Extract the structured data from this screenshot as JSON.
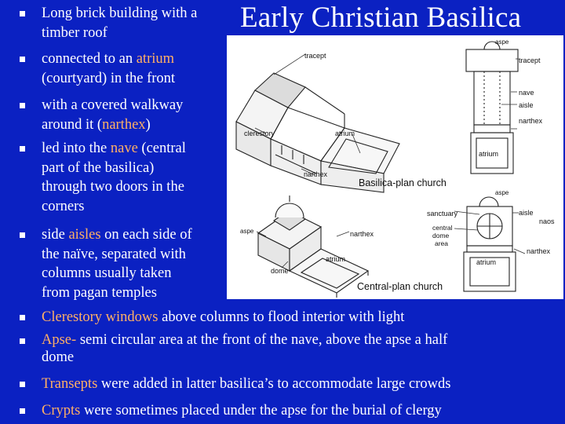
{
  "title": "Early Christian Basilica",
  "bullets": [
    {
      "lines": [
        "Long brick building with a",
        "timber roof"
      ]
    },
    {
      "lines": [
        "connected to an ",
        "atrium",
        " (courtyard) in the front"
      ]
    },
    {
      "lines": [
        "with a covered walkway",
        "around it (",
        "narthex",
        ")"
      ]
    },
    {
      "lines": [
        "led into the ",
        "nave",
        " (central",
        "part of the basilica)",
        "through two doors in the",
        "corners"
      ]
    },
    {
      "lines": [
        "side ",
        "aisles",
        " on each side of",
        "the naïve, separated with",
        "columns usually taken",
        "from pagan temples"
      ]
    },
    {
      "lines": [
        "Clerestory windows",
        " above columns to flood interior with light"
      ]
    },
    {
      "lines": [
        "Apse-",
        " semi circular area at the front of the nave, above the apse a half",
        "dome"
      ]
    },
    {
      "lines": [
        "Transepts",
        " were added in latter basilica’s to accommodate large crowds"
      ]
    },
    {
      "lines": [
        "Crypts",
        " were sometimes placed under the apse for the burial of clergy"
      ]
    }
  ],
  "diagram": {
    "labels": {
      "tracept": "tracept",
      "clerestory": "clerestory",
      "atrium_top": "atrium",
      "narthex_top": "narthex",
      "caption_top": "Basilica-plan church",
      "aspe_plan": "aspe",
      "tracept_plan": "tracept",
      "nave_plan": "nave",
      "aisle_plan": "aisle",
      "narthex_plan": "narthex",
      "atrium_plan": "atrium",
      "aspe_bottom": "aspe",
      "narthex_bottom": "narthex",
      "atrium_bottom": "atrium",
      "dome": "dome",
      "caption_bottom": "Central-plan church",
      "aspe_plan2": "aspe",
      "sanctuary": "sanctuary",
      "aisle_plan2": "aisle",
      "naos": "naos",
      "central": "central",
      "dome_plan": "dome",
      "area": "area",
      "narthex_plan2": "narthex",
      "atrium_plan2": "atrium"
    }
  }
}
